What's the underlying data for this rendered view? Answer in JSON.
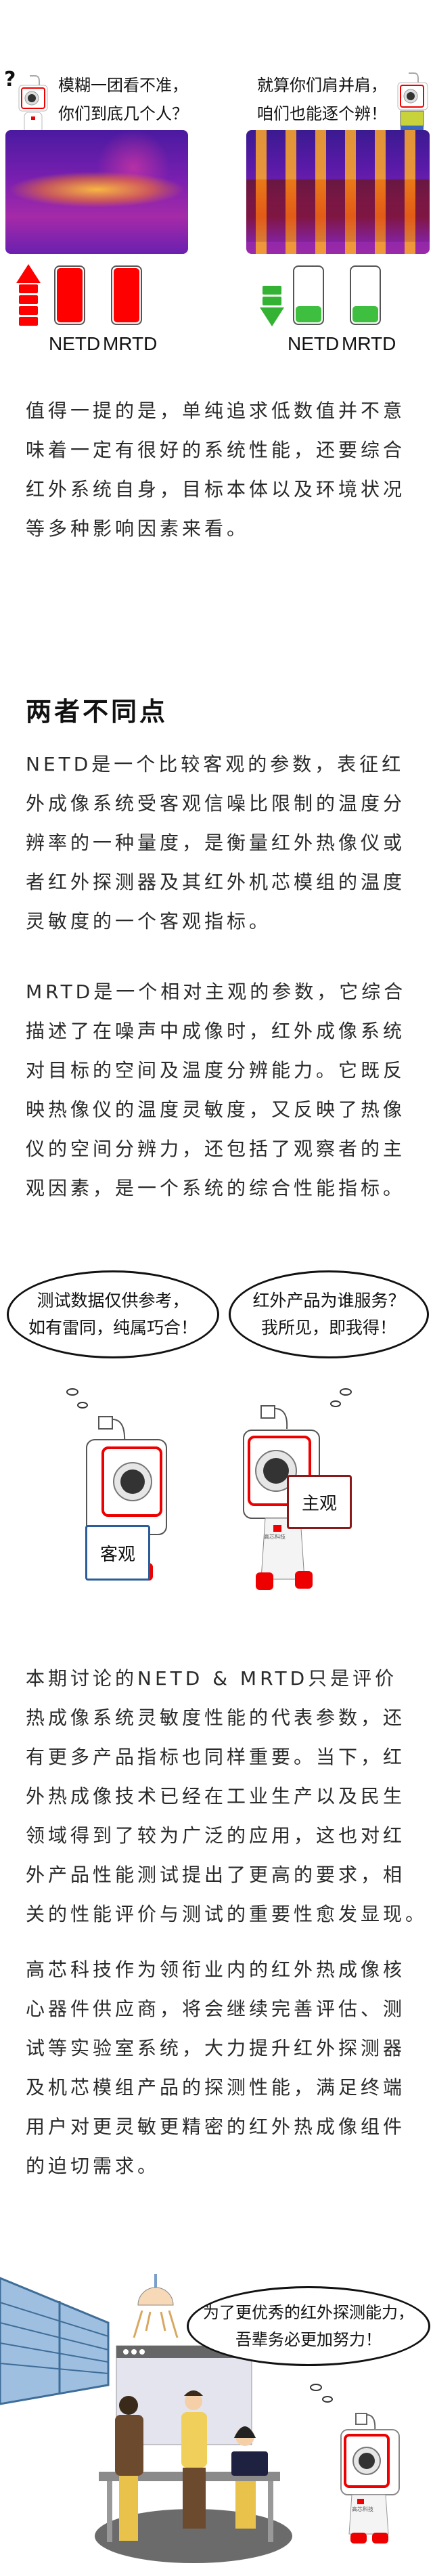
{
  "panel_compare": {
    "left": {
      "caption": [
        "模糊一团看不准，",
        "你们到底几个人？"
      ],
      "question_mark": "?",
      "trend": "up",
      "metrics": [
        {
          "label": "NETD",
          "level": 1.0
        },
        {
          "label": "MRTD",
          "level": 1.0
        }
      ],
      "color": "#ff0000"
    },
    "right": {
      "caption": [
        "就算你们肩并肩，",
        "咱们也能逐个辨！"
      ],
      "trend": "down",
      "metrics": [
        {
          "label": "NETD",
          "level": 0.3
        },
        {
          "label": "MRTD",
          "level": 0.3
        }
      ],
      "color": "#33b233"
    }
  },
  "paragraph_1": [
    "值得一提的是，单纯追求低数值并不意",
    "味着一定有很好的系统性能，还要综合",
    "红外系统自身，目标本体以及环境状况",
    "等多种影响因素来看。"
  ],
  "section_heading": "两者不同点",
  "paragraph_netd": [
    "NETD是一个比较客观的参数，表征红",
    "外成像系统受客观信噪比限制的温度分",
    "辨率的一种量度，是衡量红外热像仪或",
    "者红外探测器及其红外机芯模组的温度",
    "灵敏度的一个客观指标。"
  ],
  "paragraph_mrtd": [
    "MRTD是一个相对主观的参数，它综合",
    "描述了在噪声中成像时，红外成像系统",
    "对目标的空间及温度分辨能力。它既反",
    "映热像仪的温度灵敏度，又反映了热像",
    "仪的空间分辨力，还包括了观察者的主",
    "观因素，是一个系统的综合性能指标。"
  ],
  "comic_2": {
    "left_bubble": [
      "测试数据仅供参考，",
      "如有雷同，纯属巧合！"
    ],
    "left_sign": "客观",
    "right_bubble": [
      "红外产品为谁服务？",
      "我所见，即我得！"
    ],
    "right_sign": "主观",
    "mascot_logo": "高芯科技"
  },
  "paragraph_3": [
    "本期讨论的NETD & MRTD只是评价",
    "热成像系统灵敏度性能的代表参数，还",
    "有更多产品指标也同样重要。当下，红",
    "外热成像技术已经在工业生产以及民生",
    "领域得到了较为广泛的应用，这也对红",
    "外产品性能测试提出了更高的要求，相",
    "关的性能评价与测试的重要性愈发显现。"
  ],
  "paragraph_4": [
    "高芯科技作为领衔业内的红外热成像核",
    "心器件供应商，将会继续完善评估、测",
    "试等实验室系统，大力提升红外探测器",
    "及机芯模组产品的探测性能，满足终端",
    "用户对更灵敏更精密的红外热成像组件",
    "的迫切需求。"
  ],
  "comic_3": {
    "bubble": [
      "为了更优秀的红外探测能力，",
      "吾辈务必更加努力！"
    ],
    "mascot_logo": "高芯科技"
  }
}
